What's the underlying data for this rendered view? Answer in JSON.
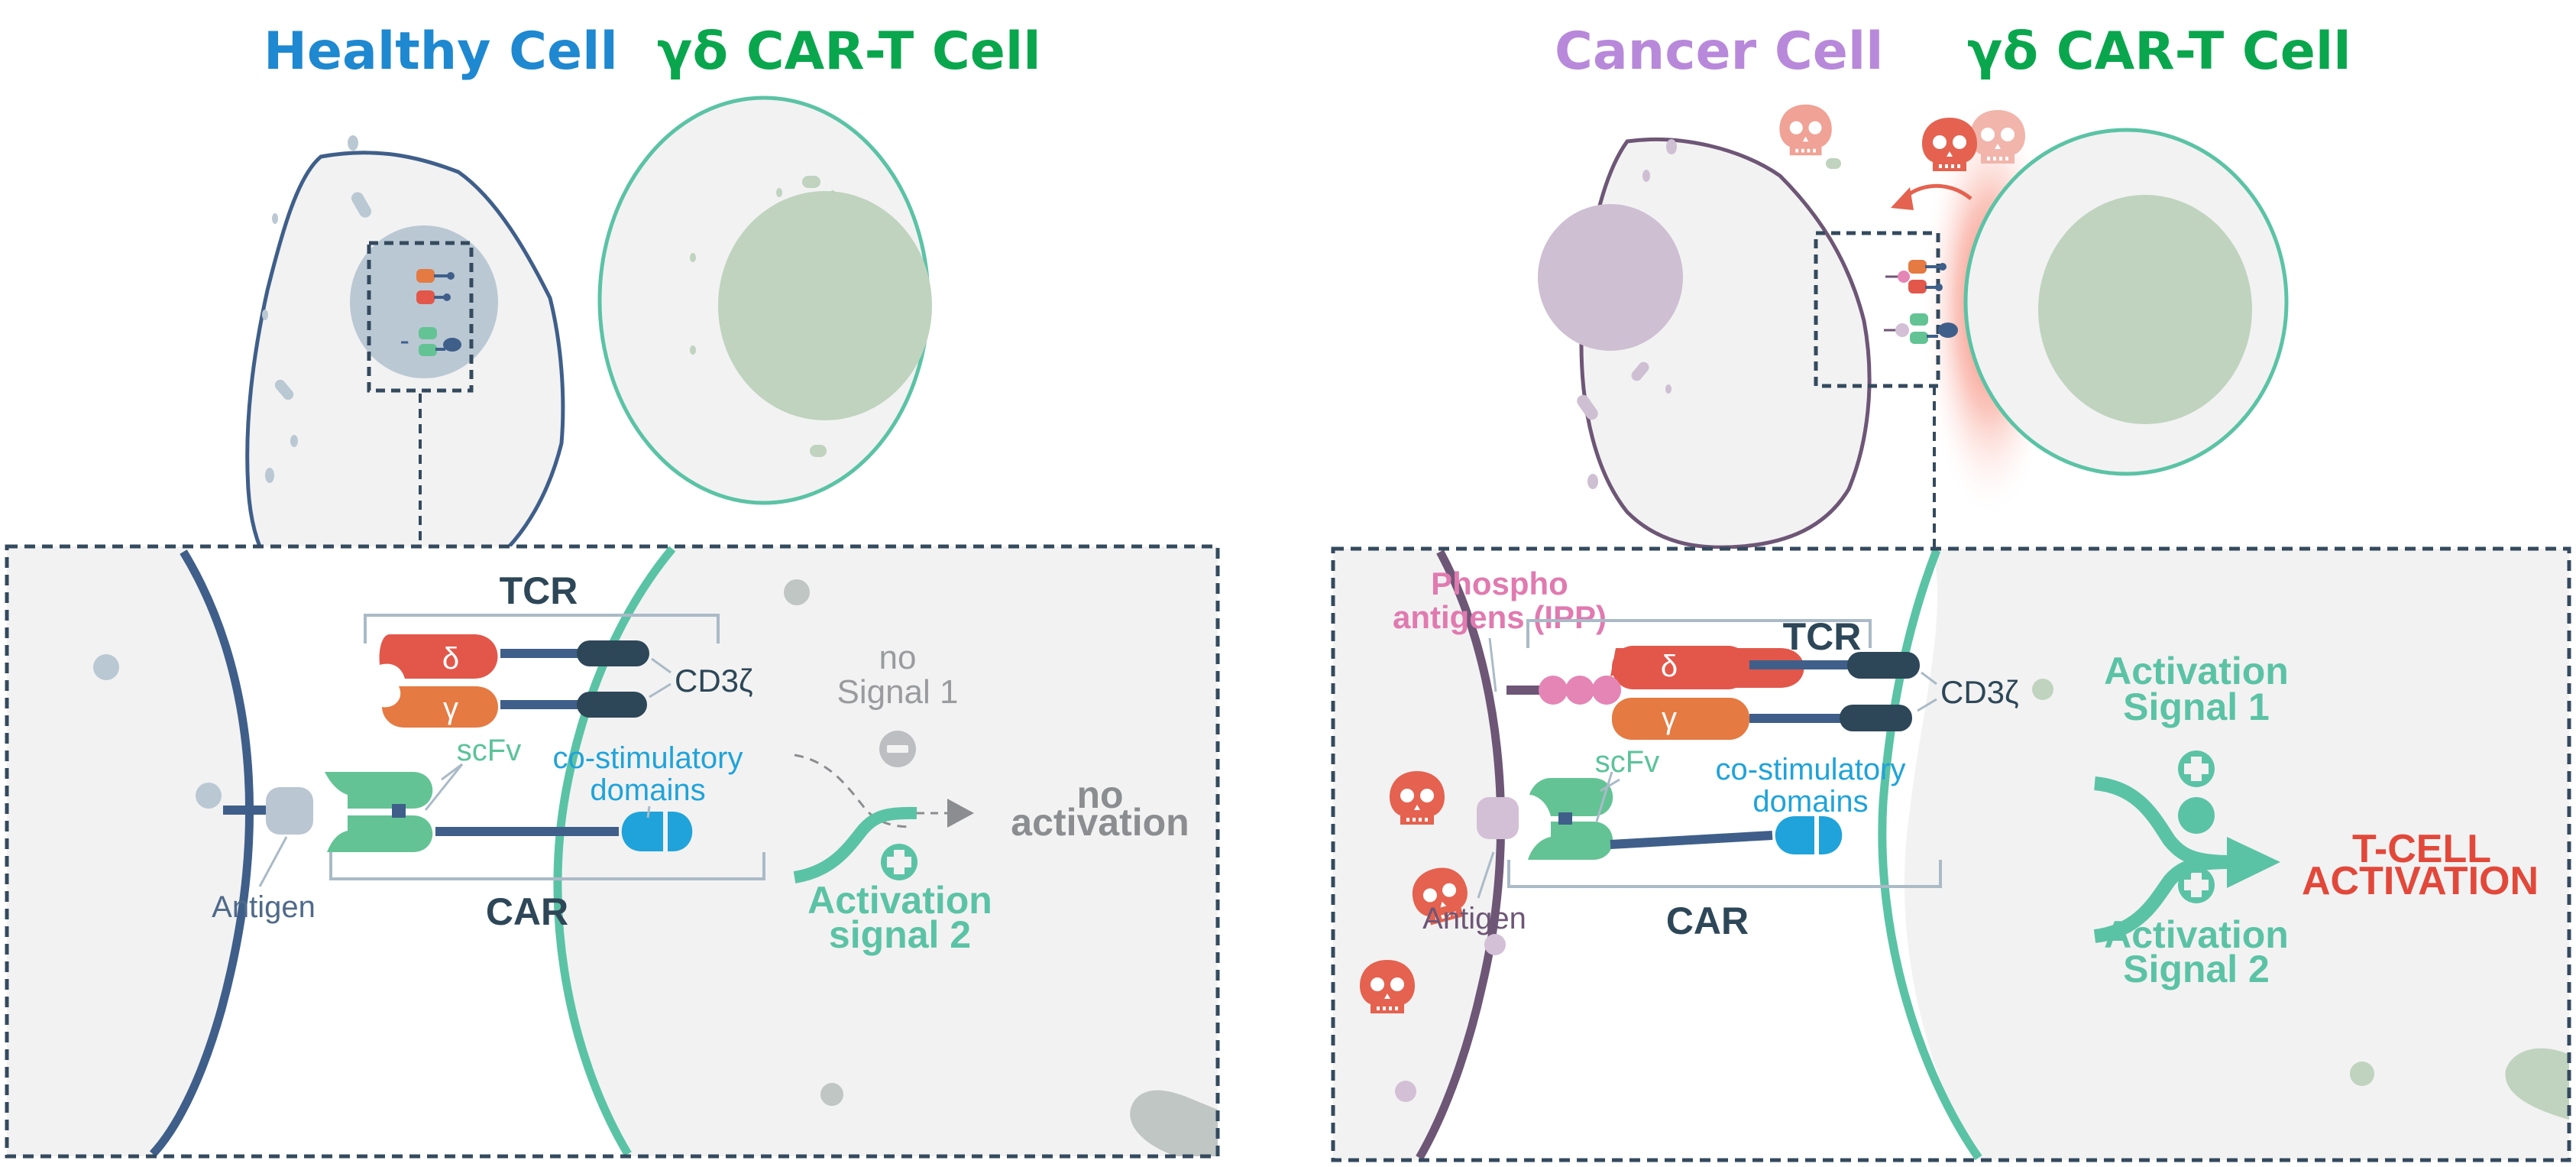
{
  "colors": {
    "healthy_title": "#1E88D0",
    "cart_title": "#0AA64E",
    "cancer_title": "#B889DA",
    "healthy_membrane": "#3F5F8A",
    "cancer_membrane": "#6E5676",
    "tcell_membrane": "#5BC3A5",
    "cytoplasm": "#F2F2F2",
    "healthy_nucleus": "#BAC8D4",
    "cancer_nucleus": "#CEBFD3",
    "tcell_nucleus": "#BFD3BF",
    "delta_chain": "#E2574A",
    "gamma_chain": "#E57A42",
    "cd3z": "#2D4758",
    "scfv": "#63C394",
    "costim": "#1FA3DA",
    "antigen_healthy": "#BAC6D2",
    "antigen_cancer": "#D3BFD6",
    "phosphoantigen": "#E485B6",
    "skull": "#E4624F",
    "signal_green": "#5BC3A5",
    "no_signal_gray": "#8C8D90",
    "tcell_activation_red": "#E2483A",
    "dashed_border": "#344A5E"
  },
  "left_panel": {
    "titles": {
      "target_cell": "Healthy Cell",
      "car_t_cell": "γδ CAR-T Cell"
    },
    "labels": {
      "tcr": "TCR",
      "delta": "δ",
      "gamma": "γ",
      "cd3z": "CD3ζ",
      "scfv": "scFv",
      "costim_line1": "co-stimulatory",
      "costim_line2": "domains",
      "antigen": "Antigen",
      "car": "CAR",
      "no_signal1_line1": "no",
      "no_signal1_line2": "Signal 1",
      "no_activation_line1": "no",
      "no_activation_line2": "activation",
      "signal2_line1": "Activation",
      "signal2_line2": "signal 2"
    },
    "icons": {
      "signal1": "minus-circle-icon",
      "signal2": "plus-circle-icon"
    }
  },
  "right_panel": {
    "titles": {
      "target_cell": "Cancer Cell",
      "car_t_cell": "γδ CAR-T Cell"
    },
    "labels": {
      "phospho_line1": "Phospho",
      "phospho_line2": "antigens (IPP)",
      "tcr": "TCR",
      "delta": "δ",
      "gamma": "γ",
      "cd3z": "CD3ζ",
      "scfv": "scFv",
      "costim_line1": "co-stimulatory",
      "costim_line2": "domains",
      "antigen": "Antigen",
      "car": "CAR",
      "signal1_line1": "Activation",
      "signal1_line2": "Signal 1",
      "signal2_line1": "Activation",
      "signal2_line2": "Signal 2",
      "result_line1": "T-CELL",
      "result_line2": "ACTIVATION"
    },
    "icons": {
      "signal1": "plus-circle-icon",
      "signal2": "plus-circle-icon",
      "cell_death": "skull-icon"
    }
  }
}
